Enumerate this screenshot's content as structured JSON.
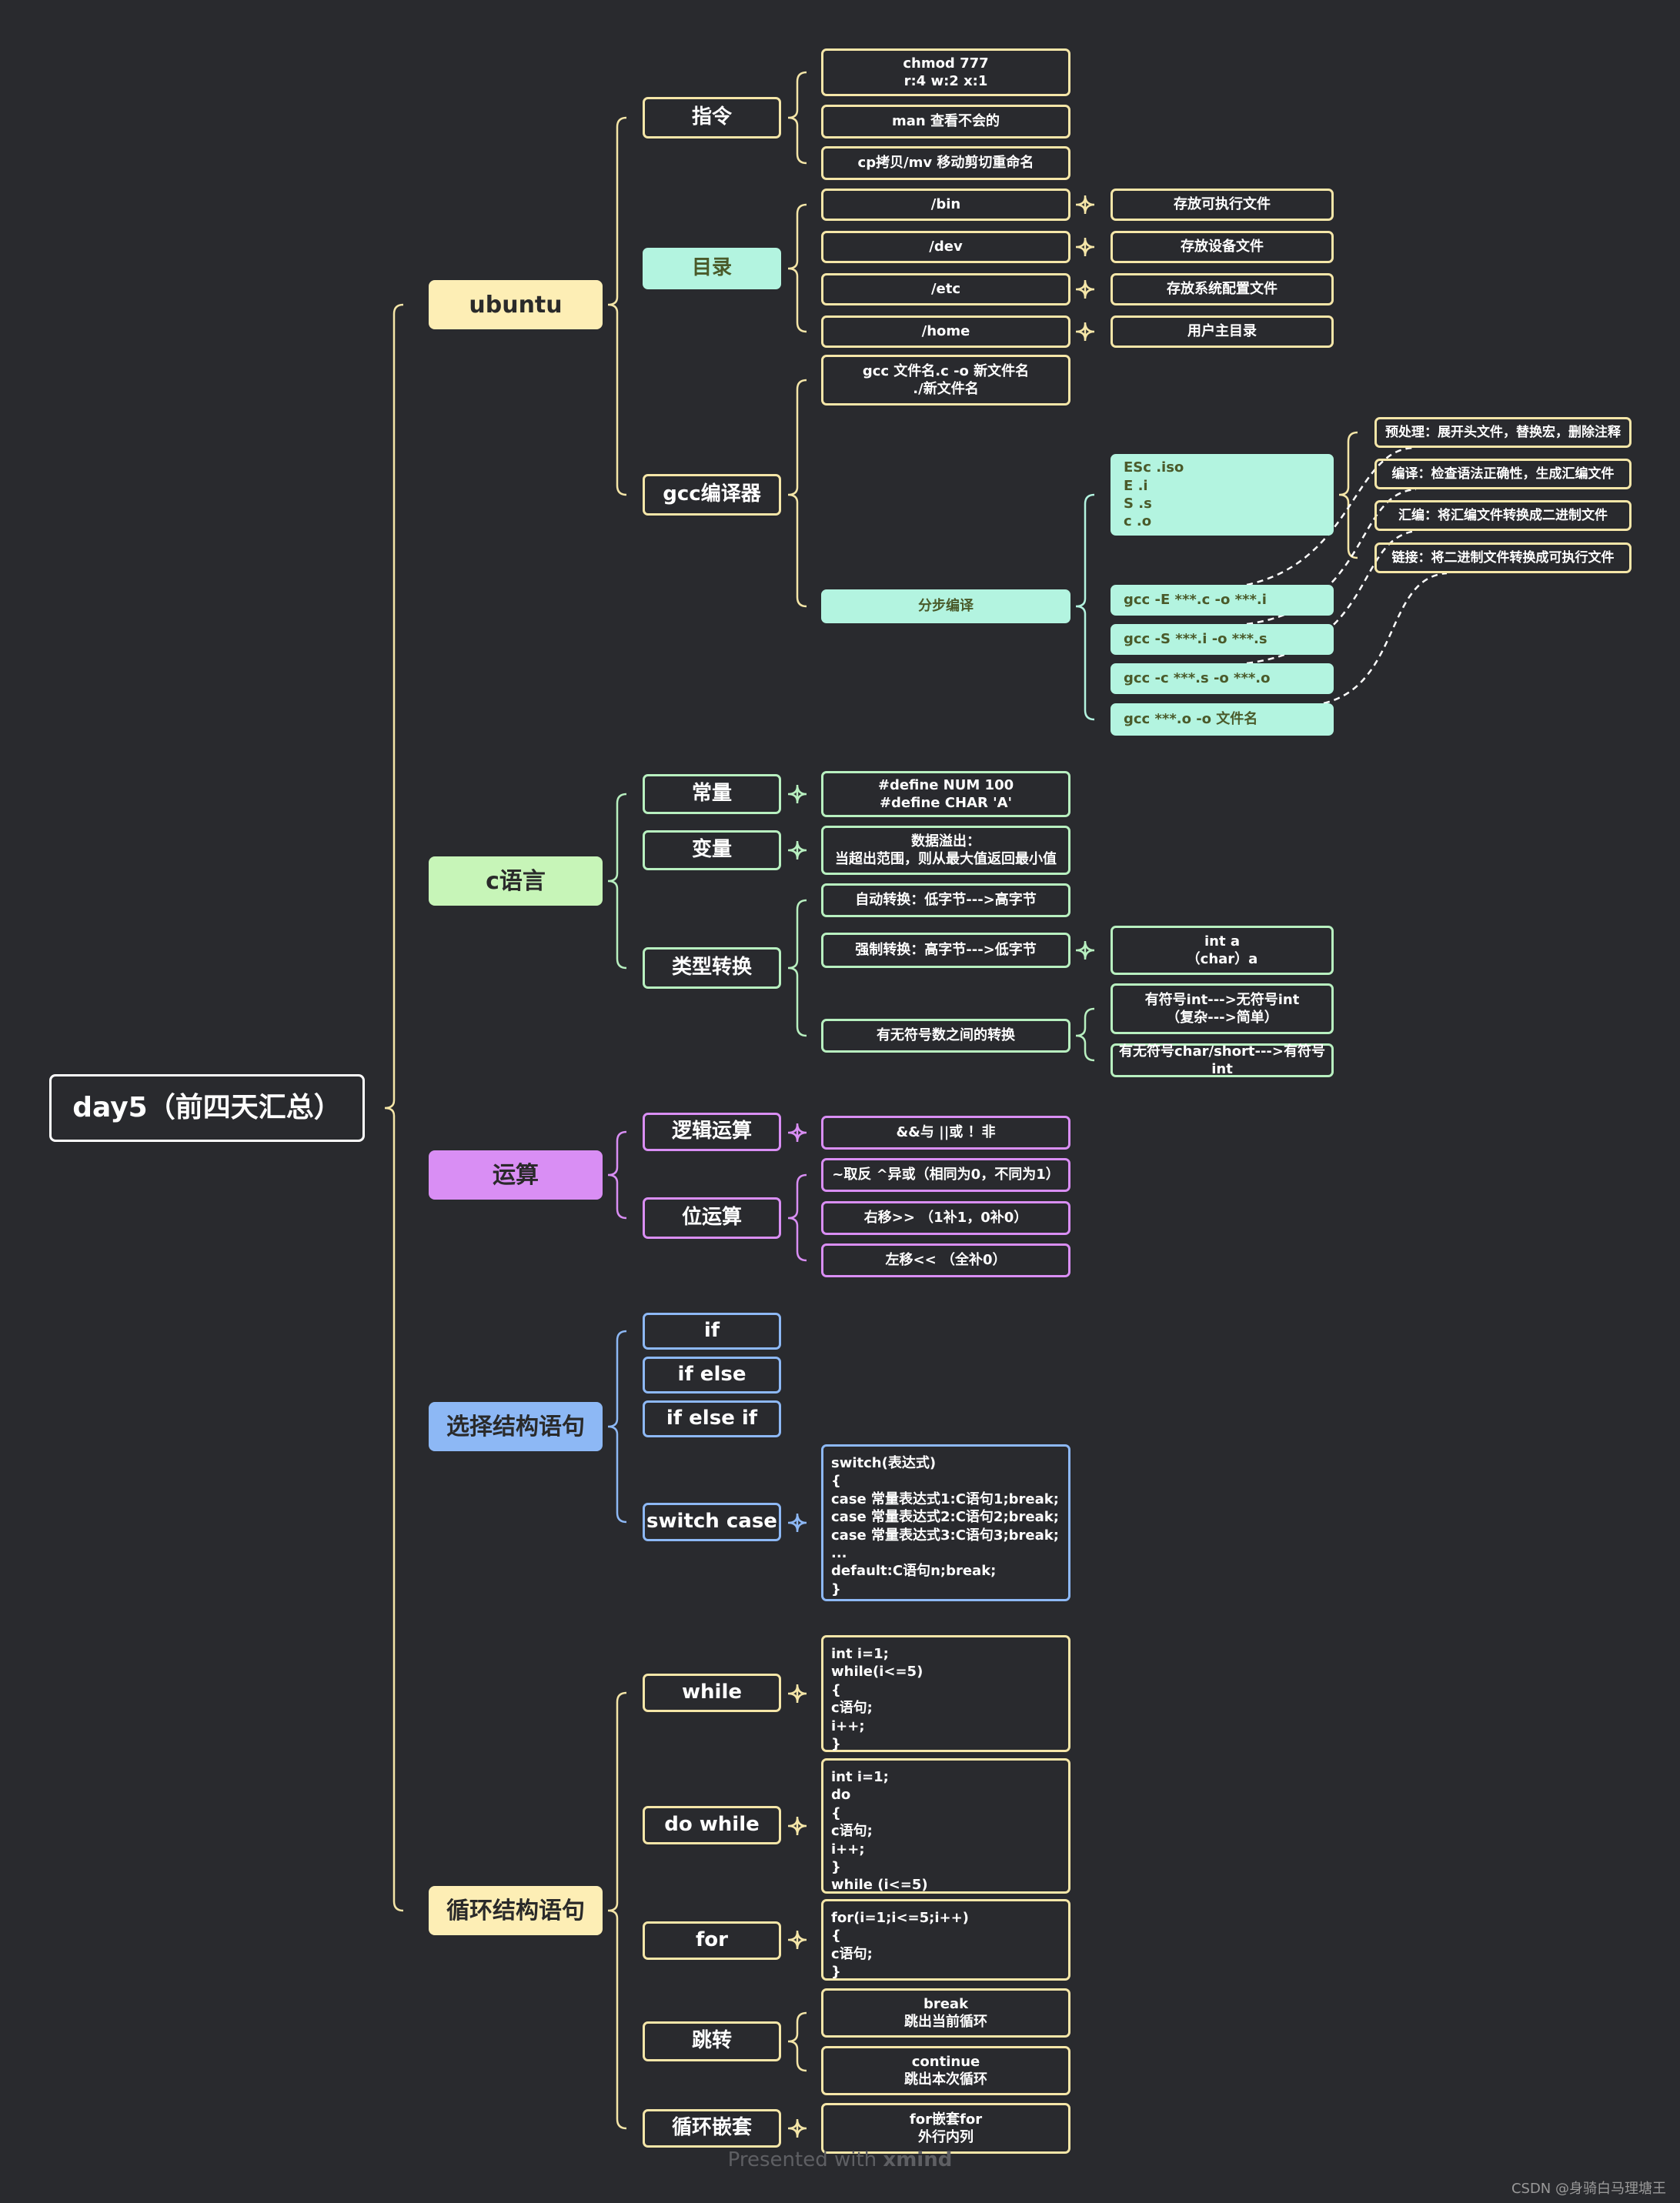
{
  "root": "day5（前四天汇总）",
  "sections": {
    "ubuntu": {
      "title": "ubuntu",
      "cmd": {
        "label": "指令",
        "items": [
          "chmod  777\nr:4  w:2  x:1",
          "man  查看不会的",
          "cp拷贝/mv 移动剪切重命名"
        ]
      },
      "dir": {
        "label": "目录",
        "paths": [
          "/bin",
          "/dev",
          "/etc",
          "/home"
        ],
        "descs": [
          "存放可执行文件",
          "存放设备文件",
          "存放系统配置文件",
          "用户主目录"
        ]
      },
      "gcc": {
        "label": "gcc编译器",
        "basic": "gcc  文件名.c  -o 新文件名\n./新文件名",
        "steps": {
          "label": "分步编译",
          "esc": "ESc   .iso\nE     .i\nS     .s\nc     .o",
          "cmds": [
            "gcc  -E  ***.c  -o  ***.i",
            "gcc  -S  ***.i  -o  ***.s",
            "gcc  -c  ***.s  -o  ***.o",
            "gcc  ***.o  -o  文件名"
          ],
          "notes": [
            "预处理：展开头文件，替换宏，删除注释",
            "编译：检查语法正确性，生成汇编文件",
            "汇编：将汇编文件转换成二进制文件",
            "链接：将二进制文件转换成可执行文件"
          ]
        }
      }
    },
    "clang": {
      "title": "c语言",
      "const": {
        "label": "常量",
        "item": "#define  NUM  100\n#define  CHAR  'A'"
      },
      "var": {
        "label": "变量",
        "item": "数据溢出：\n当超出范围，则从最大值返回最小值"
      },
      "conv": {
        "label": "类型转换",
        "auto": "自动转换：低字节--->高字节",
        "force": "强制转换：高字节--->低字节",
        "force_ex": "int  a\n（char）a",
        "sign": "有无符号数之间的转换",
        "sign_ex": [
          "有符号int--->无符号int\n（复杂--->简单）",
          "有无符号char/short--->有符号int"
        ]
      }
    },
    "ops": {
      "title": "运算",
      "logic": {
        "label": "逻辑运算",
        "item": "&&与    ||或    ！非"
      },
      "bit": {
        "label": "位运算",
        "items": [
          "~取反    ^异或（相同为0，不同为1）",
          "右移>>  （1补1，0补0）",
          "左移<<    （全补0）"
        ]
      }
    },
    "select": {
      "title": "选择结构语句",
      "items": [
        "if",
        "if  else",
        "if  else  if",
        "switch   case"
      ],
      "switch_code": "switch(表达式)\n    {\n       case 常量表达式1:C语句1;break;\n       case 常量表达式2:C语句2;break;\n       case 常量表达式3:C语句3;break;\n       ...\n       default:C语句n;break;\n    }"
    },
    "loop": {
      "title": "循环结构语句",
      "while": {
        "label": "while",
        "code": "int  i=1;\nwhile(i<=5)\n{\nc语句;\ni++;\n}"
      },
      "dowhile": {
        "label": "do   while",
        "code": "int i=1;\ndo\n{\nc语句;\ni++;\n}\nwhile  (i<=5)"
      },
      "for": {
        "label": "for",
        "code": "for(i=1;i<=5;i++)\n{\nc语句;\n}"
      },
      "jump": {
        "label": "跳转",
        "items": [
          "break\n跳出当前循环",
          "continue\n跳出本次循环"
        ]
      },
      "nest": {
        "label": "循环嵌套",
        "item": "for嵌套for\n外行内列"
      }
    }
  },
  "footer": {
    "pre": "Presented with ",
    "brand": "xmind"
  },
  "credit": "CSDN @身骑白马理塘王",
  "colors": {
    "background": "#292a2e",
    "yellow": "#fdeeb5",
    "green": "#c7f5b8",
    "purple": "#d98ef4",
    "blue": "#8db8f5",
    "mint": "#b3f4e0"
  }
}
